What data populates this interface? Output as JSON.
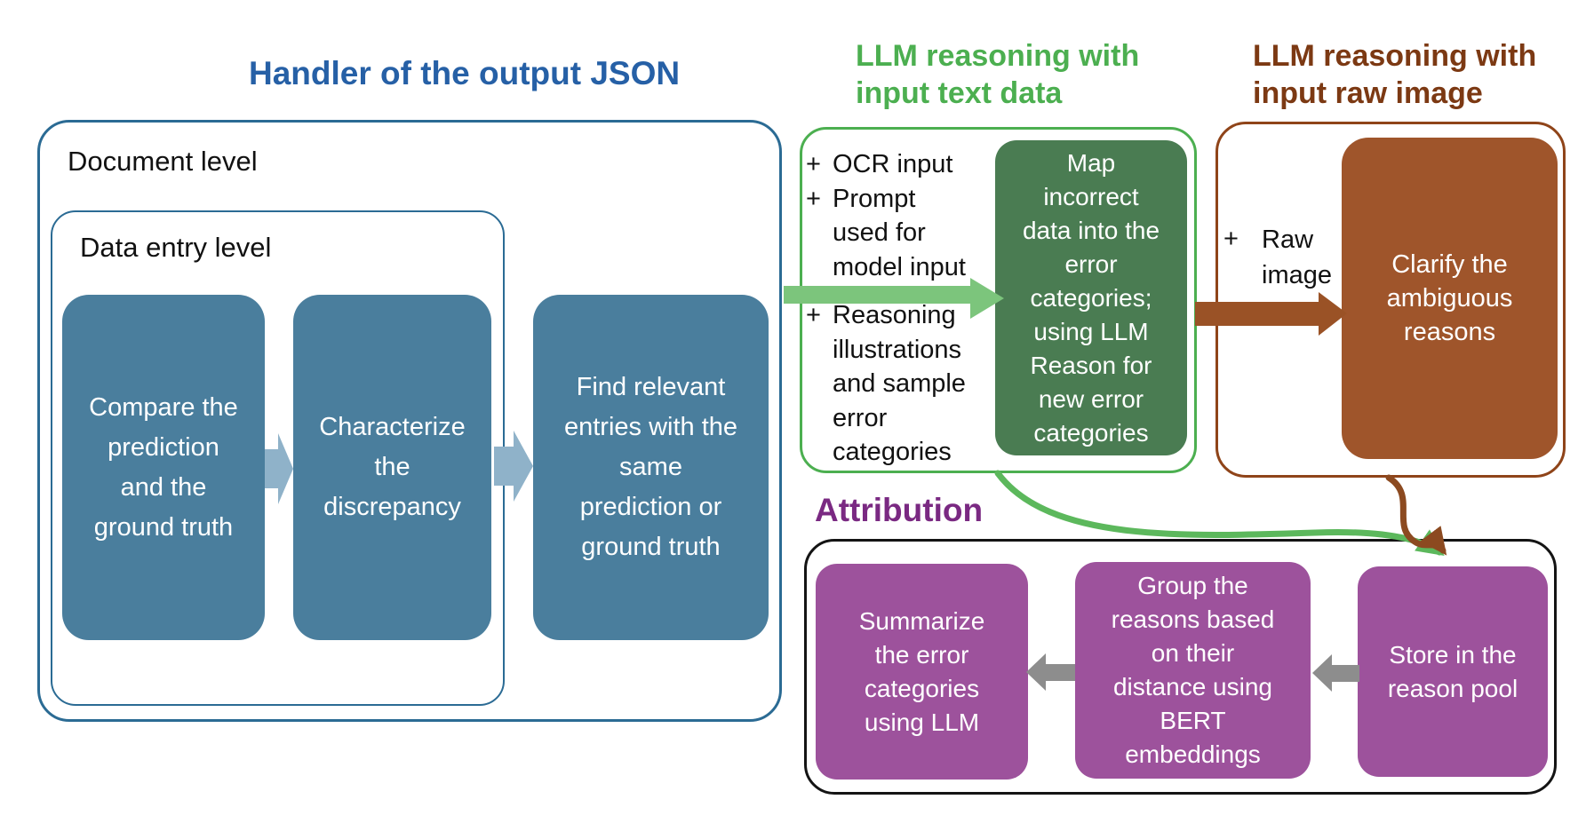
{
  "handler": {
    "title": "Handler of the output JSON",
    "document_label": "Document level",
    "data_entry_label": "Data entry level",
    "steps": [
      {
        "text": "Compare the\nprediction\nand the\nground truth"
      },
      {
        "text": "Characterize\nthe\ndiscrepancy"
      },
      {
        "text": "Find relevant\nentries with the\nsame\nprediction or\nground truth"
      }
    ]
  },
  "llm_text": {
    "title": "LLM reasoning with\ninput text data",
    "bullet": "+",
    "inputs": [
      {
        "text": "OCR input"
      },
      {
        "text": "Prompt\nused for\nmodel input"
      },
      {
        "text": "Reasoning\nillustrations\nand sample\nerror\ncategories"
      }
    ],
    "box": "Map\nincorrect\ndata into the\nerror\ncategories;\nusing LLM\nReason for\nnew error\ncategories"
  },
  "llm_image": {
    "title": "LLM reasoning with\ninput raw image",
    "bullet": "+",
    "input": "Raw\nimage",
    "box": "Clarify the\nambiguous\nreasons"
  },
  "attribution": {
    "title": "Attribution",
    "steps": [
      {
        "text": "Summarize\nthe error\ncategories\nusing LLM"
      },
      {
        "text": "Group the\nreasons based\non their\ndistance using\nBERT\nembeddings"
      },
      {
        "text": "Store in the\nreason pool"
      }
    ]
  },
  "colors": {
    "handler_title": "#2660A6",
    "handler_border": "#2B6B94",
    "process_box_fill": "#4A7E9D",
    "step_arrow": "#8FB2C9",
    "text_section_green": "#4CAF50",
    "text_box_fill": "#4A7C52",
    "text_flow_arrow": "#7CC57C",
    "curve_green": "#5CB85C",
    "image_section_title": "#7C3913",
    "image_border": "#8F4419",
    "image_box_fill": "#9F552B",
    "image_flow_arrow": "#9A5226",
    "curve_brown": "#8C4A20",
    "attribution_title": "#7A2982",
    "attribution_box_fill": "#9D529C",
    "attribution_border": "#141414",
    "gray_arrow": "#8D8D8D"
  }
}
